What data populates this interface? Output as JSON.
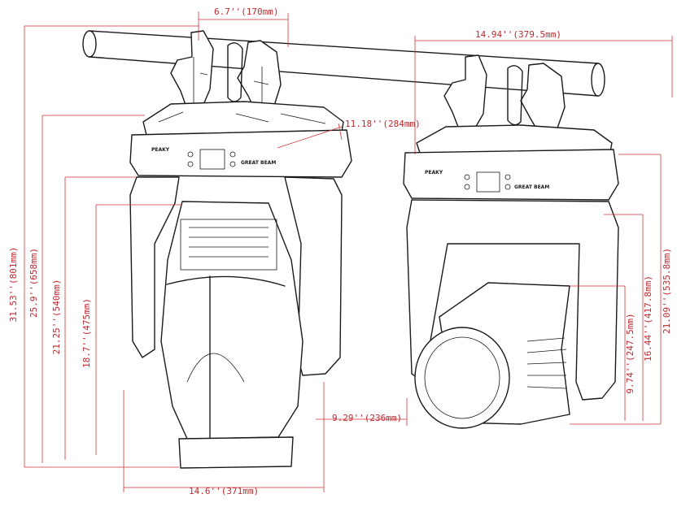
{
  "dimensions": {
    "clamp_spacing": "6.7''(170mm)",
    "side_depth": "14.94''(379.5mm)",
    "base_depth": "11.18''(284mm)",
    "total_height": "31.53''(801mm)",
    "height_to_base": "25.9''(658mm)",
    "height_540": "21.25''(540mm)",
    "height_475": "18.7''(475mm)",
    "front_width": "14.6''(371mm)",
    "yoke_width": "9.29''(236mm)",
    "side_height_535": "21.09''(535.8mm)",
    "side_height_417": "16.44''(417.8mm)",
    "side_height_247": "9.74''(247.5mm)"
  },
  "unit_labels": {
    "brand_front": "PEAKY",
    "model_front": "GREAT BEAM",
    "brand_side": "PEAKY",
    "model_side": "GREAT BEAM"
  }
}
